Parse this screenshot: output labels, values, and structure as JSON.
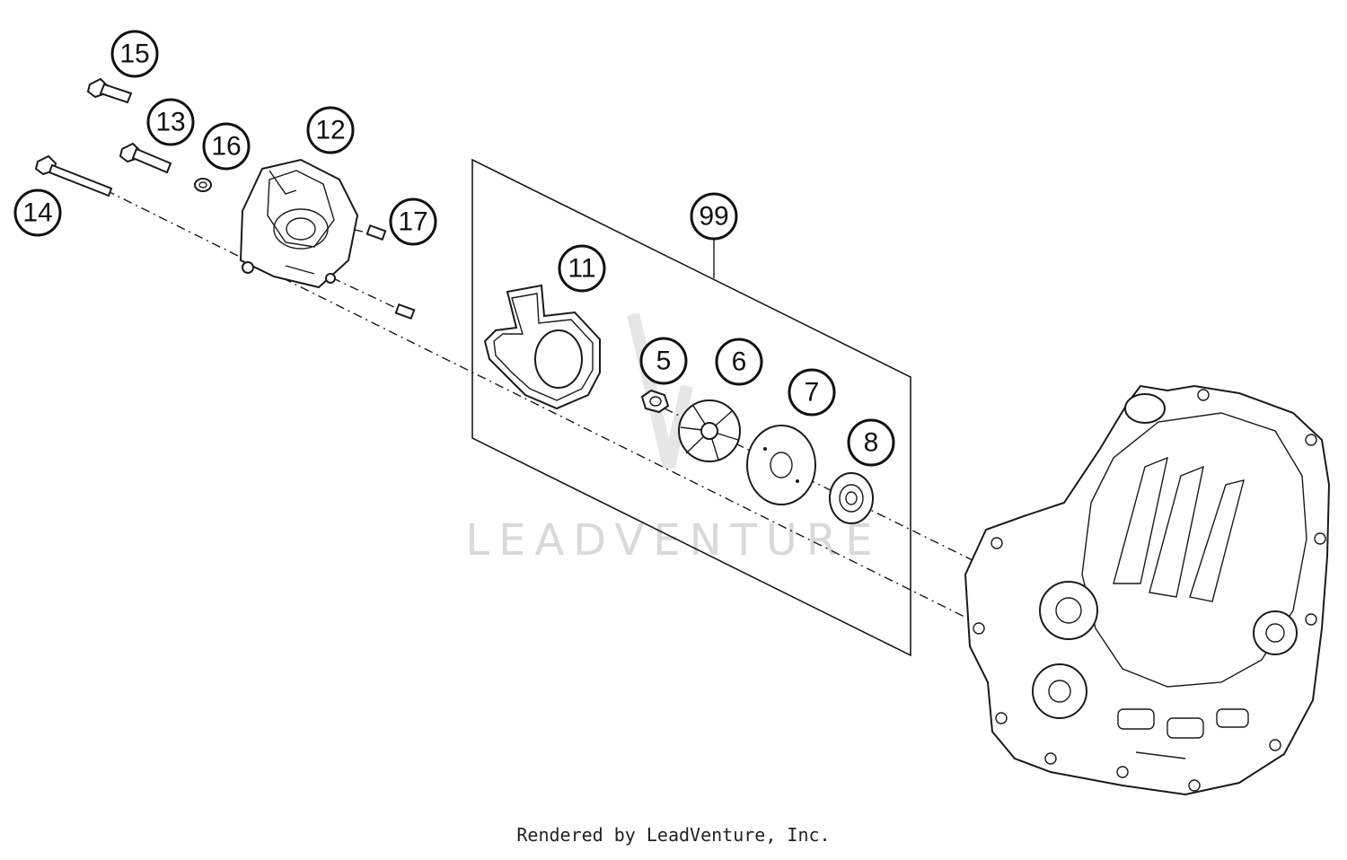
{
  "watermark": "LEADVENTURE",
  "footer": "Rendered by LeadVenture, Inc.",
  "callouts": {
    "c15": "15",
    "c13": "13",
    "c16": "16",
    "c12": "12",
    "c14": "14",
    "c17": "17",
    "c99": "99",
    "c11": "11",
    "c5": "5",
    "c6": "6",
    "c7": "7",
    "c8": "8"
  }
}
